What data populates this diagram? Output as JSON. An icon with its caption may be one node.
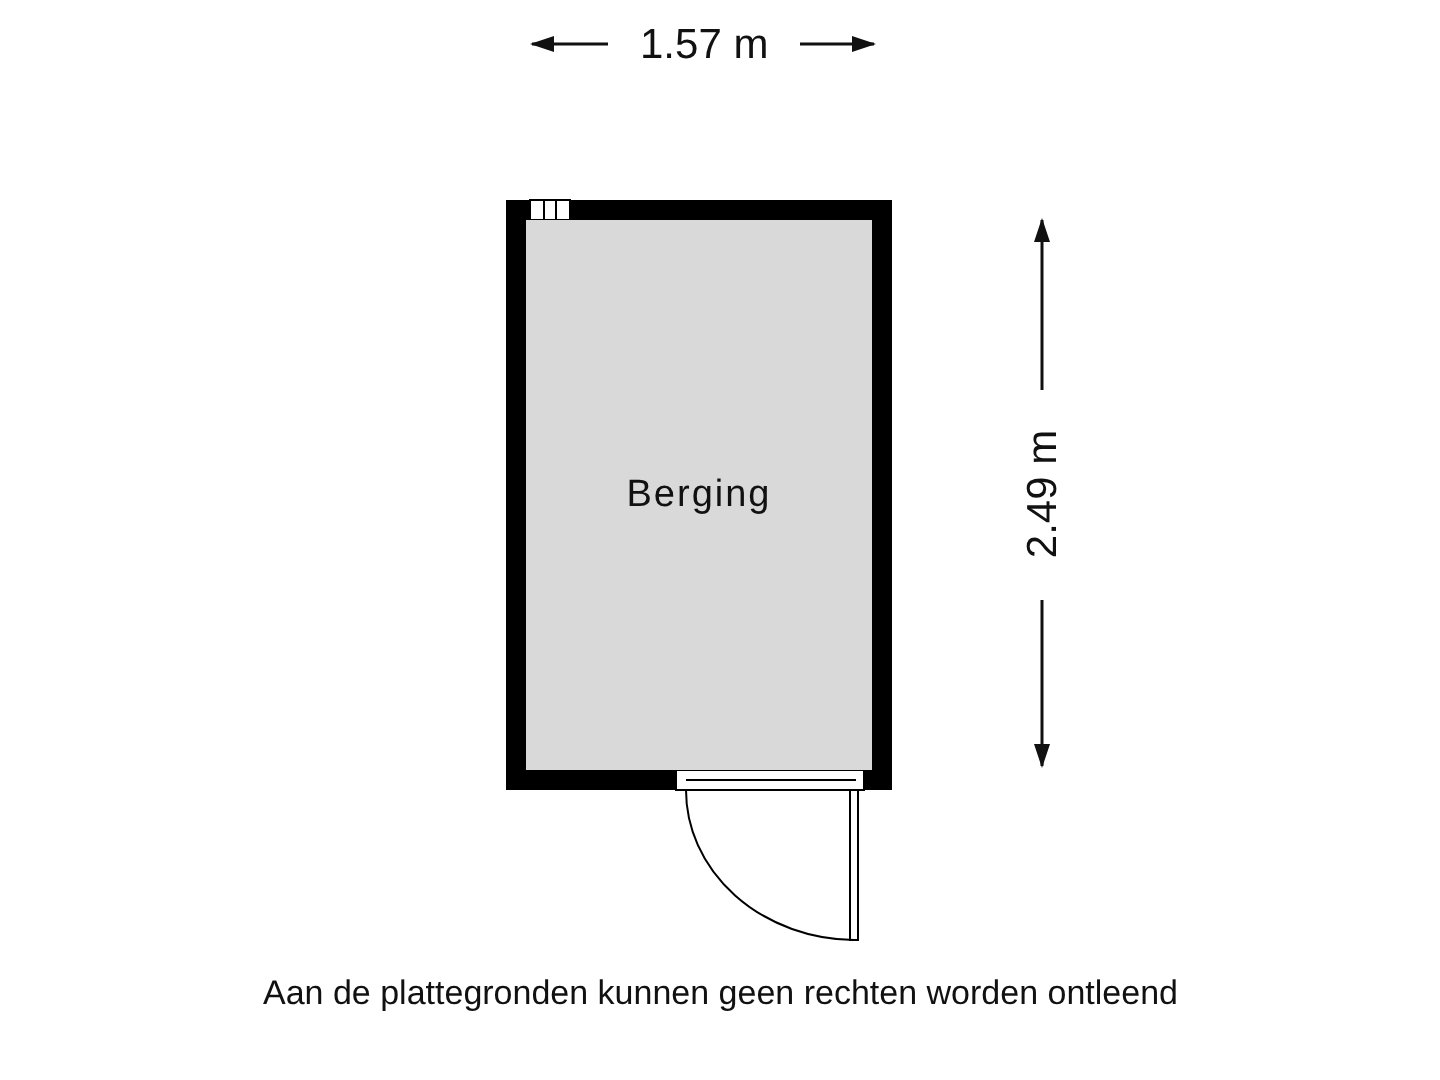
{
  "diagram": {
    "nodes": [
      {
        "text": [
          "Berging"
        ]
      }
    ],
    "labels": [
      "1.57 m",
      "2.49 m",
      "Aan de plattegronden kunnen geen rechten worden ontleend"
    ]
  }
}
